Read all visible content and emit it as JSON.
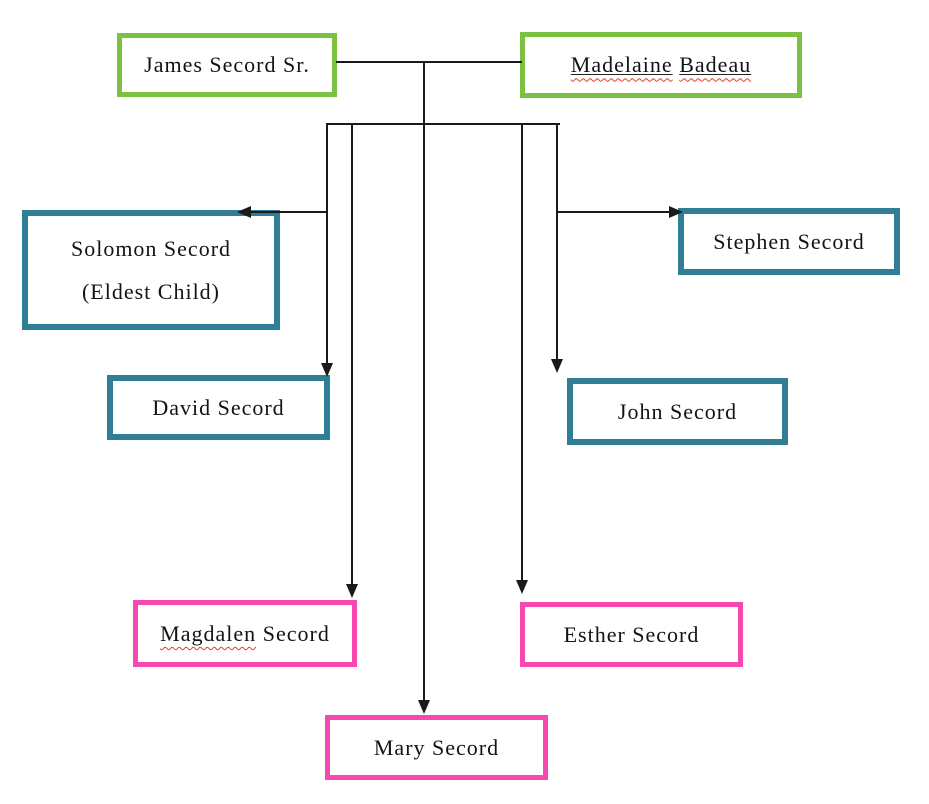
{
  "diagram": {
    "type": "family-tree",
    "colors": {
      "background": "#ffffff",
      "parents_border": "#7cc142",
      "sons_border": "#2f7e95",
      "daughters_border": "#f747b0",
      "connector": "#1a1a1a",
      "text": "#131313",
      "spellcheck": "#e23b2e"
    },
    "nodes": {
      "james": {
        "label": "James Secord Sr."
      },
      "madelaine": {
        "first": "Madelaine",
        "last": "Badeau"
      },
      "solomon": {
        "line1": "Solomon Secord",
        "line2": "(Eldest Child)"
      },
      "stephen": {
        "label": "Stephen Secord"
      },
      "david": {
        "label": "David Secord"
      },
      "john": {
        "label": "John Secord"
      },
      "magdalen": {
        "first": "Magdalen",
        "last": "Secord"
      },
      "esther": {
        "label": "Esther Secord"
      },
      "mary": {
        "label": "Mary Secord"
      }
    },
    "edges": [
      {
        "from": "James Secord Sr.",
        "to": "Madelaine Badeau",
        "type": "marriage"
      },
      {
        "from": "James Secord Sr. + Madelaine Badeau",
        "to": "Solomon Secord (Eldest Child)",
        "type": "child-arrow"
      },
      {
        "from": "James Secord Sr. + Madelaine Badeau",
        "to": "Stephen Secord",
        "type": "child-arrow"
      },
      {
        "from": "James Secord Sr. + Madelaine Badeau",
        "to": "David Secord",
        "type": "child-arrow"
      },
      {
        "from": "James Secord Sr. + Madelaine Badeau",
        "to": "John Secord",
        "type": "child-arrow"
      },
      {
        "from": "James Secord Sr. + Madelaine Badeau",
        "to": "Magdalen Secord",
        "type": "child-arrow"
      },
      {
        "from": "James Secord Sr. + Madelaine Badeau",
        "to": "Esther Secord",
        "type": "child-arrow"
      },
      {
        "from": "James Secord Sr. + Madelaine Badeau",
        "to": "Mary Secord",
        "type": "child-arrow"
      }
    ]
  }
}
